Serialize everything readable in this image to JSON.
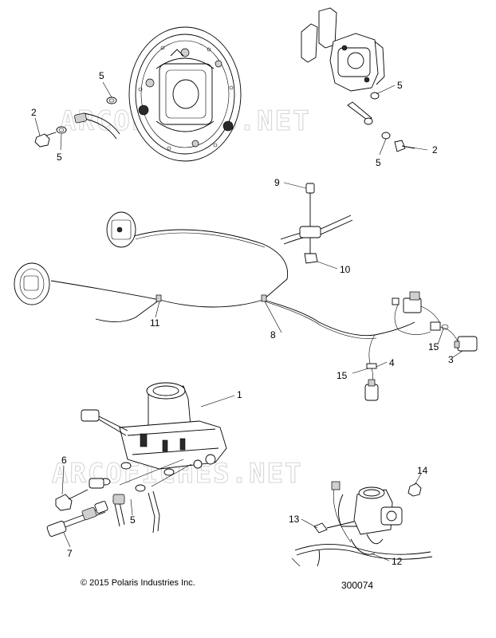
{
  "watermark": "ARCOFICHES.NET",
  "callouts": {
    "c1": "1",
    "c2a": "2",
    "c2b": "2",
    "c3": "3",
    "c4": "4",
    "c5a": "5",
    "c5b": "5",
    "c5c": "5",
    "c5d": "5",
    "c5e": "5",
    "c6": "6",
    "c7": "7",
    "c8": "8",
    "c9": "9",
    "c10": "10",
    "c11": "11",
    "c12": "12",
    "c13": "13",
    "c14": "14",
    "c15a": "15",
    "c15b": "15"
  },
  "footer": {
    "copyright": "© 2015 Polaris Industries Inc.",
    "drawing_number": "300074"
  }
}
